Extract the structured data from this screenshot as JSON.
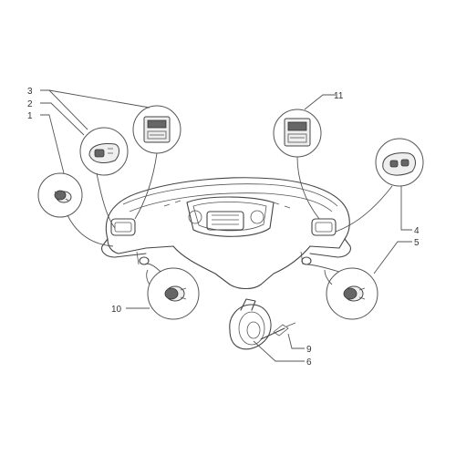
{
  "callouts": {
    "c1": "1",
    "c2": "2",
    "c3": "3",
    "c4": "4",
    "c5": "5",
    "c6": "6",
    "c9": "9",
    "c10": "10",
    "c11": "11"
  }
}
